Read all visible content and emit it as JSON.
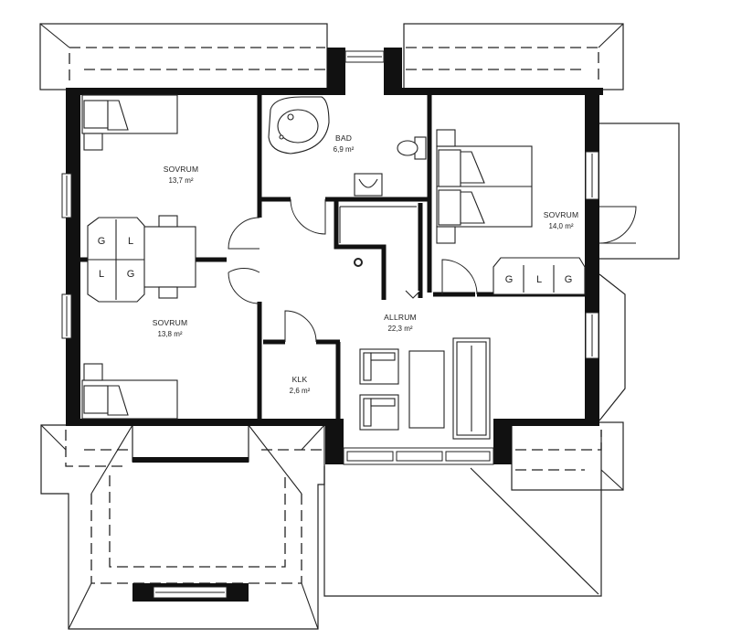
{
  "rooms": {
    "bath": {
      "name": "BAD",
      "area": "6,9 m²"
    },
    "bedroom_nw": {
      "name": "SOVRUM",
      "area": "13,7 m²"
    },
    "bedroom_sw": {
      "name": "SOVRUM",
      "area": "13,8 m²"
    },
    "bedroom_e": {
      "name": "SOVRUM",
      "area": "14,0 m²"
    },
    "living": {
      "name": "ALLRUM",
      "area": "22,3 m²"
    },
    "closet": {
      "name": "KLK",
      "area": "2,6 m²"
    }
  },
  "storage": {
    "west": [
      "G",
      "L",
      "L",
      "G"
    ],
    "east": [
      "G",
      "L",
      "G"
    ]
  },
  "colors": {
    "wall": "#111111",
    "line": "#222222",
    "fill": "#ffffff"
  }
}
